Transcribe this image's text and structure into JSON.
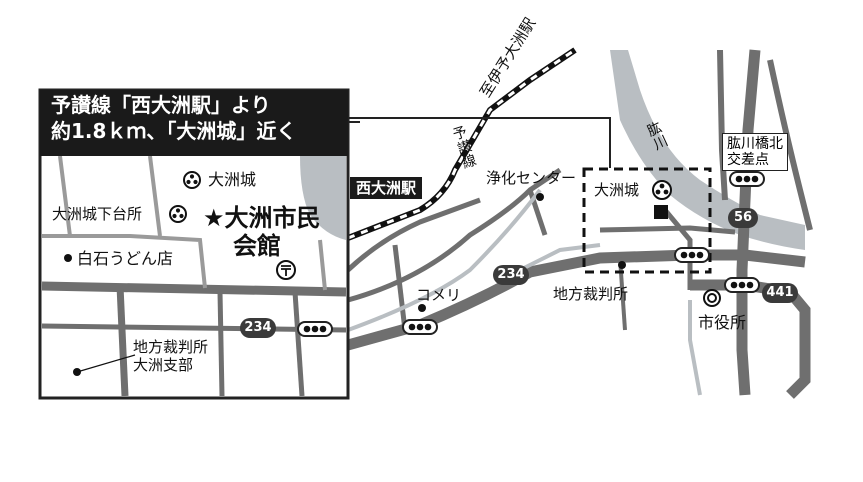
{
  "title": {
    "line1": "予讃線「西大洲駅」より",
    "line2": "約1.8ｋｍ、「大洲城」近く"
  },
  "station": "西大洲駅",
  "railway_label": "至伊予大洲駅",
  "railway_line": "予讃線",
  "river": "肱川",
  "venue": {
    "line1": "大洲市民",
    "line2": "会館",
    "marker": "★"
  },
  "inset_labels": {
    "castle": "大洲城",
    "castle_annex": "大洲城下台所",
    "udon": "白石うどん店",
    "court_branch_line1": "地方裁判所",
    "court_branch_line2": "大洲支部",
    "route": "234"
  },
  "main_labels": {
    "purification_center": "浄化センター",
    "castle": "大洲城",
    "komeri": "コメリ",
    "district_court": "地方裁判所",
    "city_hall": "市役所",
    "intersection_line1": "肱川橋北",
    "intersection_line2": "交差点"
  },
  "routes": {
    "r234": "234",
    "r56": "56",
    "r441": "441"
  },
  "colors": {
    "road": "#6f6f6f",
    "river": "#b9bec2",
    "inset_border": "#222222",
    "title_bg": "#1a1a1a"
  }
}
